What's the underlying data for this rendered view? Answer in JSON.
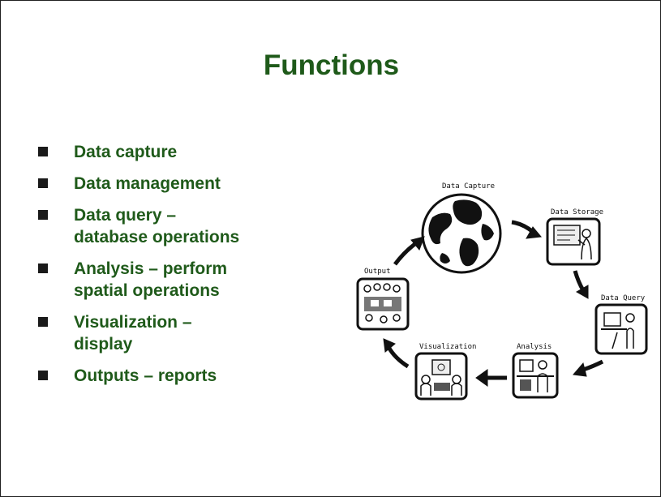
{
  "slide": {
    "title": "Functions",
    "bullets": [
      {
        "line1": "Data capture",
        "line2": ""
      },
      {
        "line1": "Data management",
        "line2": ""
      },
      {
        "line1": "Data query –",
        "line2": "database operations"
      },
      {
        "line1": "Analysis – perform",
        "line2": "spatial operations"
      },
      {
        "line1": "Visualization –",
        "line2": "display"
      },
      {
        "line1": "Outputs – reports",
        "line2": ""
      }
    ]
  },
  "diagram": {
    "stages": [
      {
        "label": "Data Capture",
        "icon": "globe-icon"
      },
      {
        "label": "Data Storage",
        "icon": "person-at-screen-icon"
      },
      {
        "label": "Data Query",
        "icon": "person-at-computer-icon"
      },
      {
        "label": "Analysis",
        "icon": "person-at-desk-icon"
      },
      {
        "label": "Visualization",
        "icon": "people-viewing-screen-icon"
      },
      {
        "label": "Output",
        "icon": "meeting-group-icon"
      }
    ]
  },
  "colors": {
    "title": "#1f5a1a",
    "bullet_text": "#1f5a1a",
    "bullet_marker": "#1a1a1a"
  }
}
